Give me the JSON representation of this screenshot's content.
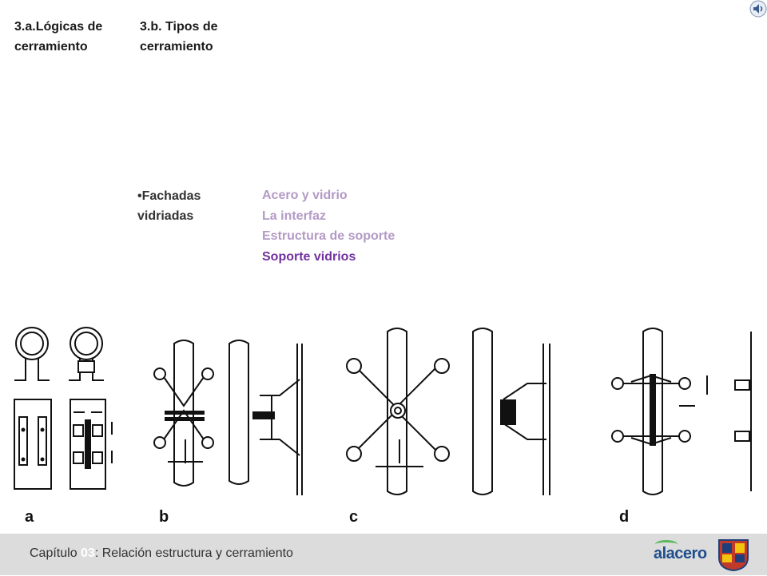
{
  "header": {
    "section_a": "3.a.Lógicas de cerramiento",
    "section_b": "3.b. Tipos de cerramiento"
  },
  "content": {
    "bullet": "Fachadas vidriadas",
    "menu": [
      {
        "label": "Acero y vidrio",
        "color": "#b39ac6"
      },
      {
        "label": "La interfaz",
        "color": "#b39ac6"
      },
      {
        "label": "Estructura de soporte",
        "color": "#b39ac6"
      },
      {
        "label": "Soporte vidrios",
        "color": "#7030a0"
      }
    ]
  },
  "figure": {
    "labels": [
      "a",
      "b",
      "c",
      "d"
    ]
  },
  "footer": {
    "prefix": "Capítulo ",
    "chapter_number": "03",
    "suffix": ": Relación estructura y cerramiento",
    "logo_text": "alacero"
  },
  "icons": {
    "speaker": "speaker-icon",
    "alacero_logo": "alacero-logo",
    "university_seal": "university-seal"
  }
}
